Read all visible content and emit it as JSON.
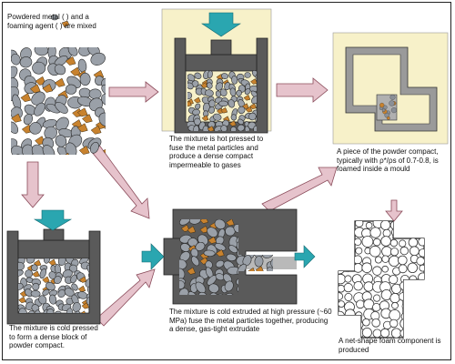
{
  "captions": {
    "start": "Powdered metal ( ) and a foaming agent ( ) are mixed",
    "hot_pressed": "The mixture is hot pressed to fuse the metal particles and produce a dense compact impermeable to gases",
    "cold_pressed": "The mixture is cold pressed to form a dense block of powder compact.",
    "extruded": "The mixture is cold extruded at high pressure (~60 MPa) fuse the metal particles together, producing a dense, gas-tight extrudate",
    "foamed": "A piece of the powder compact, typically with ρ*/ρs of 0.7-0.8, is foamed inside a mould",
    "component": "A net-shape foam component is produced"
  },
  "colors": {
    "metal_particle": "#9aa0a8",
    "foaming_agent": "#c8822e",
    "die": "#5a5a5a",
    "press_arrow": "#2aa6b0",
    "flow_arrow": "#e6c3cc",
    "panel_bg": "#f7f1c9"
  },
  "icons": [
    "press-arrow-icon",
    "flow-arrow-icon",
    "metal-particle-icon",
    "foaming-agent-icon"
  ]
}
